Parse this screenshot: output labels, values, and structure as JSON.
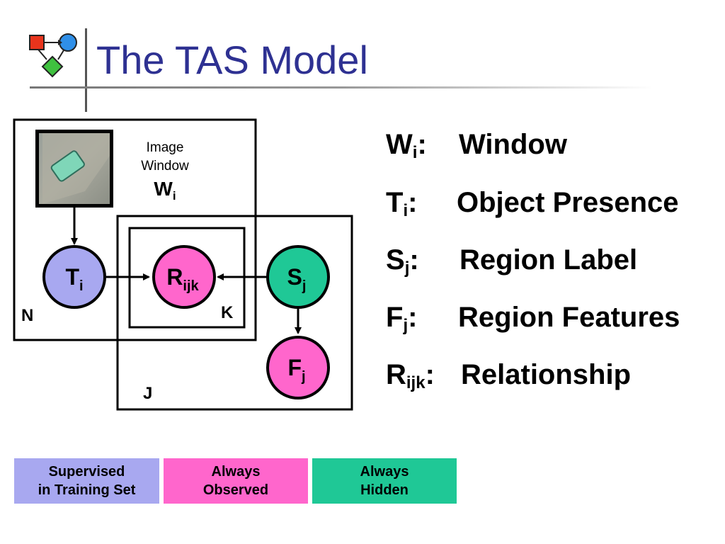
{
  "slide": {
    "title": "The TAS Model"
  },
  "diagram": {
    "image_window_label_line1": "Image",
    "image_window_label_line2": "Window",
    "image_window_var": "W",
    "image_window_sub": "i",
    "nodes": {
      "T": {
        "letter": "T",
        "sub": "i",
        "color": "#a8a8f0"
      },
      "R": {
        "letter": "R",
        "sub": "ijk",
        "color": "#ff66cc"
      },
      "S": {
        "letter": "S",
        "sub": "j",
        "color": "#1fc896"
      },
      "F": {
        "letter": "F",
        "sub": "j",
        "color": "#ff66cc"
      }
    },
    "plates": {
      "N": "N",
      "K": "K",
      "J": "J"
    }
  },
  "legend": [
    {
      "letter": "W",
      "sub": "i",
      "desc": "Window"
    },
    {
      "letter": "T",
      "sub": "i",
      "desc": "Object Presence"
    },
    {
      "letter": "S",
      "sub": "j",
      "desc": "Region Label"
    },
    {
      "letter": "F",
      "sub": "j",
      "desc": "Region Features"
    },
    {
      "letter": "R",
      "sub": "ijk",
      "desc": "Relationship"
    }
  ],
  "key": [
    {
      "label": "Supervised\nin Training Set",
      "color": "#a8a8f0"
    },
    {
      "label": "Always\nObserved",
      "color": "#ff66cc"
    },
    {
      "label": "Always\nHidden",
      "color": "#1fc896"
    }
  ]
}
